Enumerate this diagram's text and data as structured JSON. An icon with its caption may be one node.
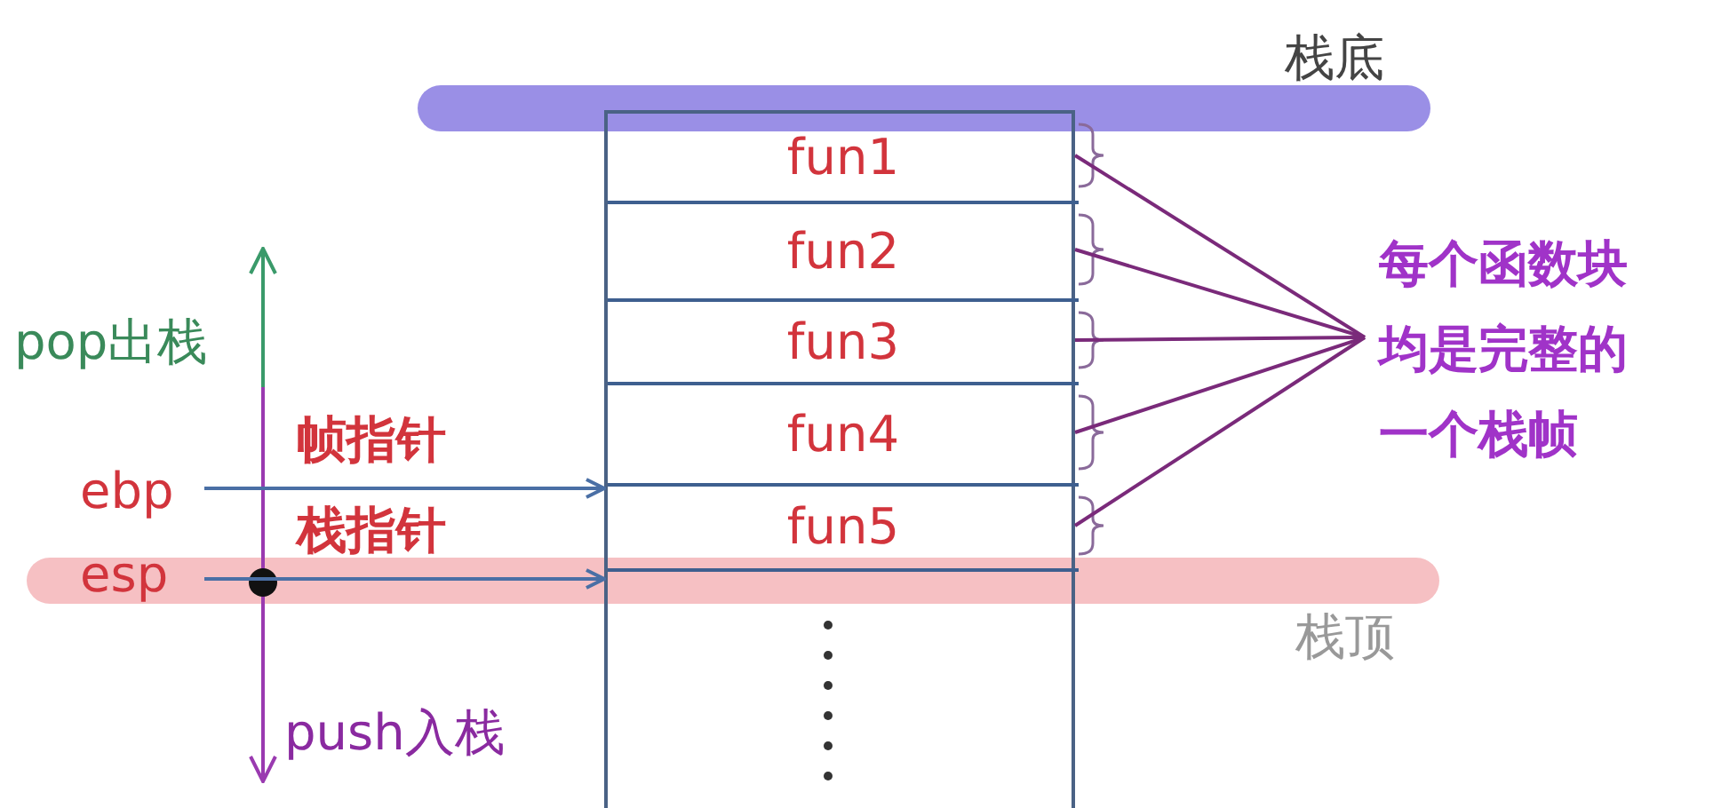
{
  "diagram": {
    "nodes": [
      {
        "text": [],
        "shape": "box"
      },
      {
        "text": [
          "fun1"
        ],
        "in": 0
      },
      {
        "text": [
          "fun2"
        ],
        "in": 0
      },
      {
        "text": [
          "fun3"
        ],
        "in": 0
      },
      {
        "text": [
          "fun4"
        ],
        "in": 0
      },
      {
        "text": [
          "fun5"
        ],
        "in": 0
      },
      {
        "text": [
          "每个函数块均是完整的一个栈帧"
        ]
      },
      {
        "text": [
          "ebp"
        ]
      },
      {
        "text": [
          "esp"
        ]
      },
      {
        "text": [
          "栈底"
        ]
      },
      {
        "text": [
          "栈顶"
        ]
      }
    ],
    "edges": [
      {
        "from": 6,
        "to": 1,
        "arrow": "none"
      },
      {
        "from": 6,
        "to": 2,
        "arrow": "none"
      },
      {
        "from": 6,
        "to": 3,
        "arrow": "none"
      },
      {
        "from": 6,
        "to": 4,
        "arrow": "none"
      },
      {
        "from": 6,
        "to": 5,
        "arrow": "none"
      },
      {
        "from": 7,
        "to": 5,
        "arrow": "to",
        "label": "帧指针"
      },
      {
        "from": 8,
        "to": 5,
        "arrow": "to",
        "label": "栈指针"
      }
    ],
    "labels": [
      "pop出栈",
      "push入栈"
    ]
  }
}
